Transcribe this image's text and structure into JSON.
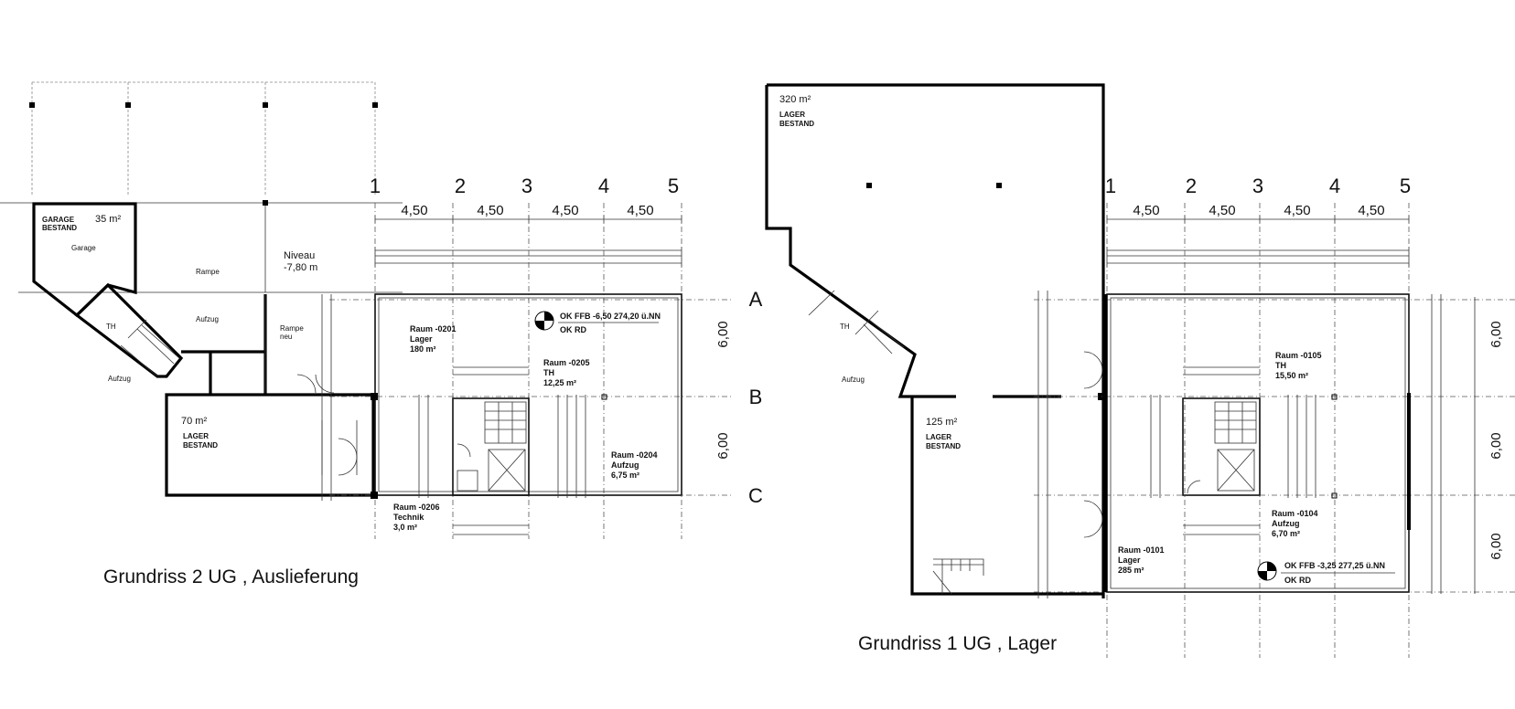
{
  "plan_2ug": {
    "caption": "Grundriss 2 UG  , Auslieferung",
    "axis_cols": [
      "1",
      "2",
      "3",
      "4",
      "5"
    ],
    "axis_rows": [
      "A",
      "B",
      "C"
    ],
    "col_dims": [
      "4,50",
      "4,50",
      "4,50",
      "4,50"
    ],
    "row_dims": [
      "6,00",
      "6,00"
    ],
    "garage_title": "GARAGE",
    "garage_sub": "BESTAND",
    "garage_area": "35  m²",
    "garage_label": "Garage",
    "rampe": "Rampe",
    "aufzug_top": "Aufzug",
    "th_small": "TH",
    "aufzug_left": "Aufzug",
    "rampe_neu_1": "Rampe",
    "rampe_neu_2": "neu",
    "niveau_1": "Niveau",
    "niveau_2": "-7,80 m",
    "lager_area": "70  m²",
    "lager_title": "LAGER",
    "lager_sub": "BESTAND",
    "ok_ffb": "OK FFB -6,50 274,20 ü.NN",
    "ok_rd": "OK RD",
    "room_0201": [
      "Raum -0201",
      "Lager",
      "180 m²"
    ],
    "room_0205": [
      "Raum -0205",
      "TH",
      "12,25 m²"
    ],
    "room_0204": [
      "Raum -0204",
      "Aufzug",
      "6,75 m²"
    ],
    "room_0206": [
      "Raum -0206",
      "Technik",
      "3,0 m²"
    ]
  },
  "plan_1ug": {
    "caption": "Grundriss 1 UG  , Lager",
    "axis_cols": [
      "1",
      "2",
      "3",
      "4",
      "5"
    ],
    "axis_rows": [
      "6,00",
      "6,00",
      "6,00"
    ],
    "col_dims": [
      "4,50",
      "4,50",
      "4,50",
      "4,50"
    ],
    "area_320": "320  m²",
    "lager_320_title": "LAGER",
    "lager_320_sub": "BESTAND",
    "th_small": "TH",
    "aufzug_left": "Aufzug",
    "area_125": "125  m²",
    "lager_125_title": "LAGER",
    "lager_125_sub": "BESTAND",
    "room_0105": [
      "Raum -0105",
      "TH",
      "15,50 m²"
    ],
    "room_0104": [
      "Raum -0104",
      "Aufzug",
      "6,70 m²"
    ],
    "room_0101": [
      "Raum -0101",
      "Lager",
      "285 m²"
    ],
    "ok_ffb": "OK FFB -3,25  277,25 ü.NN",
    "ok_rd": "OK RD"
  }
}
